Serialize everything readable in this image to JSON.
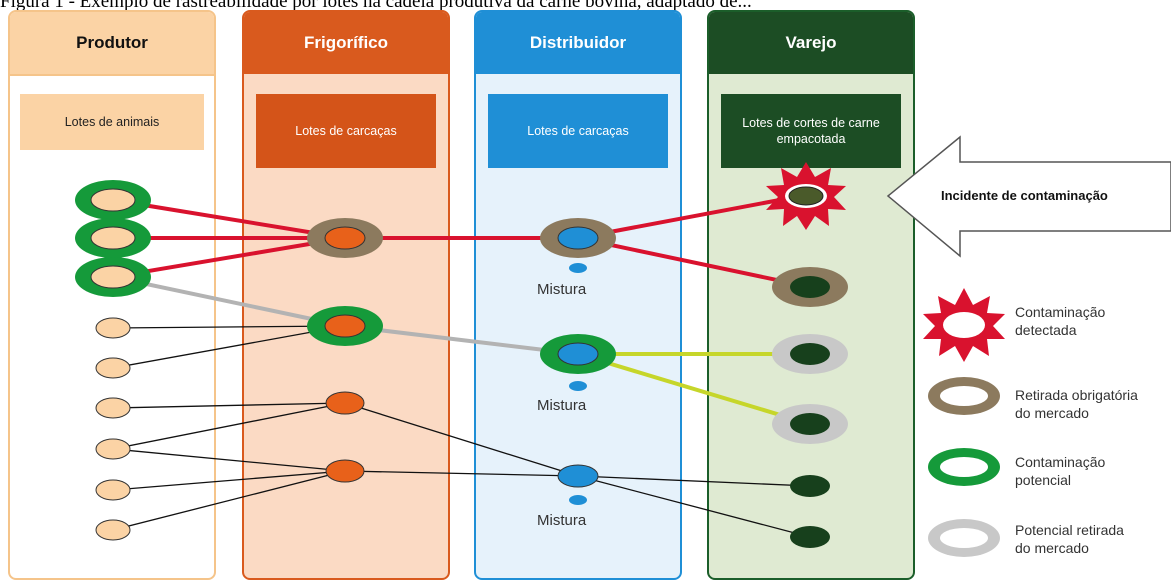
{
  "caption": "Figura 1 - Exemplo de rastreabilidade por lotes na cadeia produtiva da carne bovina, adaptado de...",
  "columns": {
    "produtor": {
      "title": "Produtor",
      "lot_label": "Lotes de animais"
    },
    "frigorifico": {
      "title": "Frigorífico",
      "lot_label": "Lotes de carcaças"
    },
    "distribuidor": {
      "title": "Distribuidor",
      "lot_label": "Lotes de carcaças"
    },
    "varejo": {
      "title": "Varejo",
      "lot_label": "Lotes de  cortes de carne empacotada"
    }
  },
  "mix_labels": [
    "Mistura",
    "Mistura",
    "Mistura"
  ],
  "incident_label": "Incidente de contaminação",
  "legend": [
    {
      "symbol": "starburst-red",
      "label": "Contaminação\ndetectada"
    },
    {
      "symbol": "ring-brown",
      "label": "Retirada obrigatória\ndo mercado"
    },
    {
      "symbol": "ring-green",
      "label": "Contaminação\npotencial"
    },
    {
      "symbol": "ring-gray",
      "label": "Potencial retirada\ndo mercado"
    }
  ],
  "colors": {
    "contamination_path": "#d9122e",
    "potential_path": "#b0b0b0",
    "retail_potential_path": "#c6d62a",
    "normal_path": "#111111",
    "producer_node": "#fbd3a5",
    "slaughter_node": "#e8611a",
    "distributor_node": "#1f8fd6",
    "retail_node": "#17401c",
    "ring_brown": "#8c7a5e",
    "ring_green": "#159a3a",
    "ring_gray": "#c8c8c8"
  }
}
